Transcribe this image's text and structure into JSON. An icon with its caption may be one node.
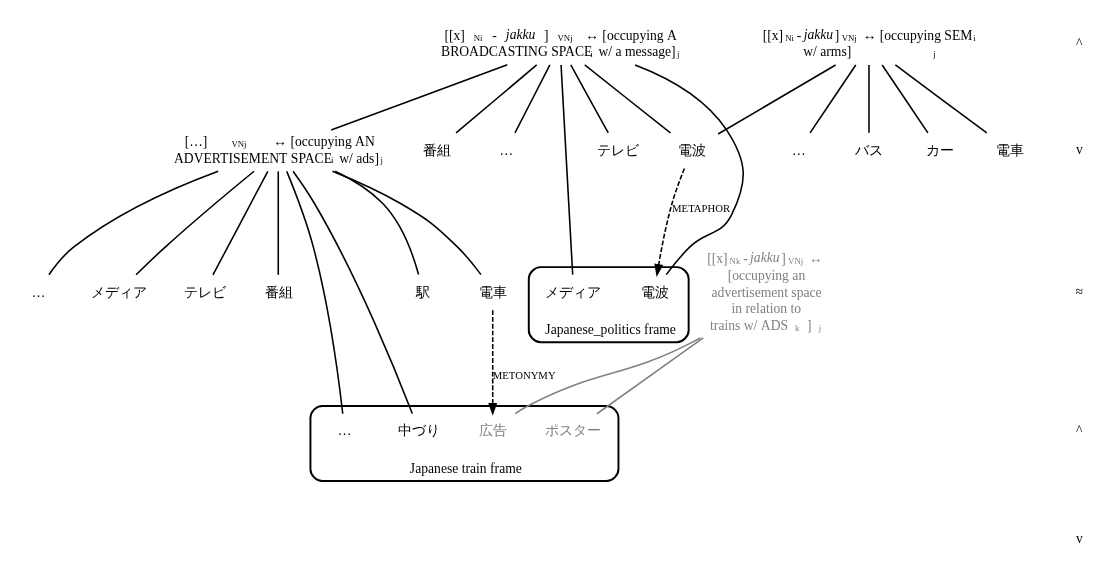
{
  "diagram": {
    "nodes": [
      {
        "text": [
          "[[x]$_{Ni}$-*jakku*]$_{VNj}$ ↔ [occupying A BROADCASTING SPACE$_{i}$ w/ a message]$_{j}$"
        ]
      },
      {
        "text": [
          "Japanese_politics frame"
        ]
      },
      {
        "text": [
          "電波"
        ],
        "in": 1
      },
      {
        "text": [
          "メディア"
        ],
        "in": 1
      },
      {
        "text": [
          "テレビ"
        ]
      },
      {
        "text": [
          "番組"
        ]
      },
      {
        "text": [
          "…"
        ]
      },
      {
        "text": [
          "[[x]$_{Ni}$-*jakku*]$_{VNj}$ ↔ [occupying SEM$_{i}$ w/ arms]$_{j}$"
        ]
      },
      {
        "text": [
          "バス"
        ]
      },
      {
        "text": [
          "カー"
        ]
      },
      {
        "text": [
          "電車"
        ]
      },
      {
        "text": [
          "…"
        ]
      },
      {
        "text": [
          "電波"
        ]
      },
      {
        "text": [
          "[…]$_{VNj}$ ↔ [occupying AN ADVERTISEMENT SPACE$_{i}$ w/ ads]$_{j}$"
        ]
      },
      {
        "text": [
          "テレビ"
        ]
      },
      {
        "text": [
          "番組"
        ]
      },
      {
        "text": [
          "Japanese train frame"
        ]
      },
      {
        "text": [
          "…"
        ],
        "in": 16
      },
      {
        "text": [
          "中づり"
        ],
        "in": 16
      },
      {
        "text": [
          "ポスター"
        ],
        "in": 16
      },
      {
        "text": [
          "広告"
        ],
        "in": 16
      },
      {
        "text": [
          "駅"
        ]
      },
      {
        "text": [
          "電車"
        ]
      },
      {
        "text": [
          "…"
        ]
      },
      {
        "text": [
          "メディア"
        ]
      },
      {
        "text": [
          "[[x]$_{Nk}$-*jakku*]$_{VNj}$ ↔ [occupying an advertisement space in relation to trains w/ ADS$_{k}$]$_{j}$"
        ]
      }
    ],
    "edges": [
      {
        "from": 0,
        "to": 2,
        "arrow": "none"
      },
      {
        "from": 0,
        "to": 3,
        "arrow": "none"
      },
      {
        "from": 0,
        "to": 4,
        "arrow": "none"
      },
      {
        "from": 0,
        "to": 5,
        "arrow": "none"
      },
      {
        "from": 0,
        "to": 6,
        "arrow": "none"
      },
      {
        "from": 0,
        "to": 12,
        "arrow": "none"
      },
      {
        "from": 0,
        "to": 13,
        "arrow": "none"
      },
      {
        "from": 12,
        "to": 2,
        "arrow": "to",
        "label": "METAPHOR",
        "style": "dashed"
      },
      {
        "from": 7,
        "to": 8,
        "arrow": "none"
      },
      {
        "from": 7,
        "to": 9,
        "arrow": "none"
      },
      {
        "from": 7,
        "to": 10,
        "arrow": "none"
      },
      {
        "from": 7,
        "to": 11,
        "arrow": "none"
      },
      {
        "from": 7,
        "to": 12,
        "arrow": "none"
      },
      {
        "from": 13,
        "to": 14,
        "arrow": "none"
      },
      {
        "from": 13,
        "to": 15,
        "arrow": "none"
      },
      {
        "from": 13,
        "to": 17,
        "arrow": "none"
      },
      {
        "from": 13,
        "to": 21,
        "arrow": "none"
      },
      {
        "from": 13,
        "to": 18,
        "arrow": "none"
      },
      {
        "from": 13,
        "to": 22,
        "arrow": "none"
      },
      {
        "from": 13,
        "to": 23,
        "arrow": "none"
      },
      {
        "from": 13,
        "to": 24,
        "arrow": "none"
      },
      {
        "from": 22,
        "to": 20,
        "arrow": "to",
        "label": "METONYMY",
        "style": "dashed"
      },
      {
        "from": 25,
        "to": 19,
        "arrow": "none",
        "color": "#808080"
      },
      {
        "from": 25,
        "to": 20,
        "arrow": "none",
        "color": "#808080"
      }
    ],
    "labels": [
      "^",
      "v",
      "≈",
      "^",
      "v"
    ]
  }
}
